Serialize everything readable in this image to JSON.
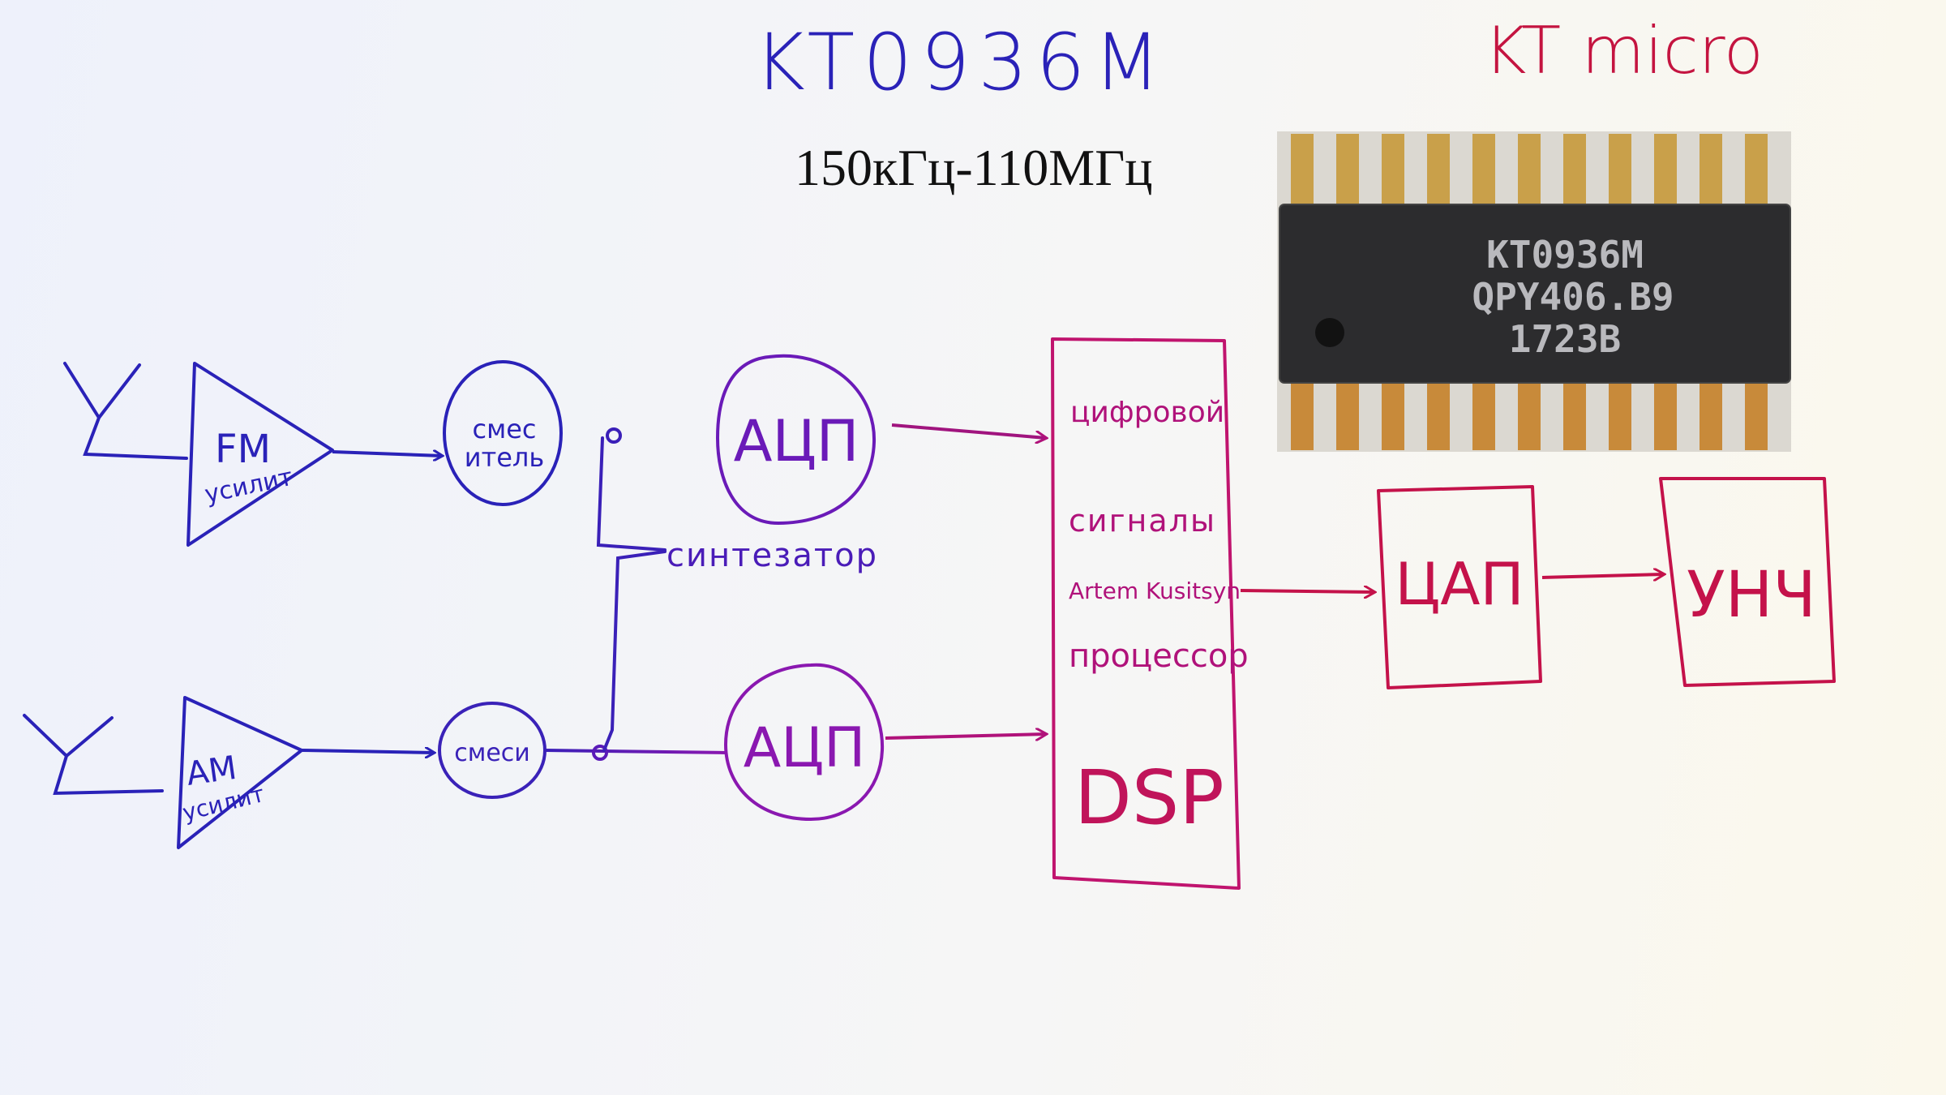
{
  "title": "KT0936M",
  "brand": "KT micro",
  "frequency_range": "150кГц-110МГц",
  "chip_photo": {
    "line1": "KT0936M",
    "line2": "QPY406.B9",
    "line3": "1723B"
  },
  "fm_chain": {
    "amp_label_1": "FM",
    "amp_label_2": "усилит",
    "mixer_label_1": "смес",
    "mixer_label_2": "итель",
    "adc_label": "АЦП"
  },
  "am_chain": {
    "amp_label_1": "AM",
    "amp_label_2": "усилит",
    "mixer_label": "смеси",
    "adc_label": "АЦП"
  },
  "synth_label": "синтезатор",
  "dsp_block": {
    "line1": "цифровой",
    "line2": "сигналы",
    "author": "Artem Kusitsyn",
    "line3": "процессор",
    "line4": "DSP"
  },
  "dac_label": "ЦАП",
  "ulf_label": "УНЧ",
  "colors": {
    "blue_ink": "#2a22b8",
    "violet_ink": "#7a1ab8",
    "magenta_ink": "#b0127a",
    "red_ink": "#c4124a",
    "chip_body": "#2c2c2e",
    "pin": "#c9a04a"
  }
}
